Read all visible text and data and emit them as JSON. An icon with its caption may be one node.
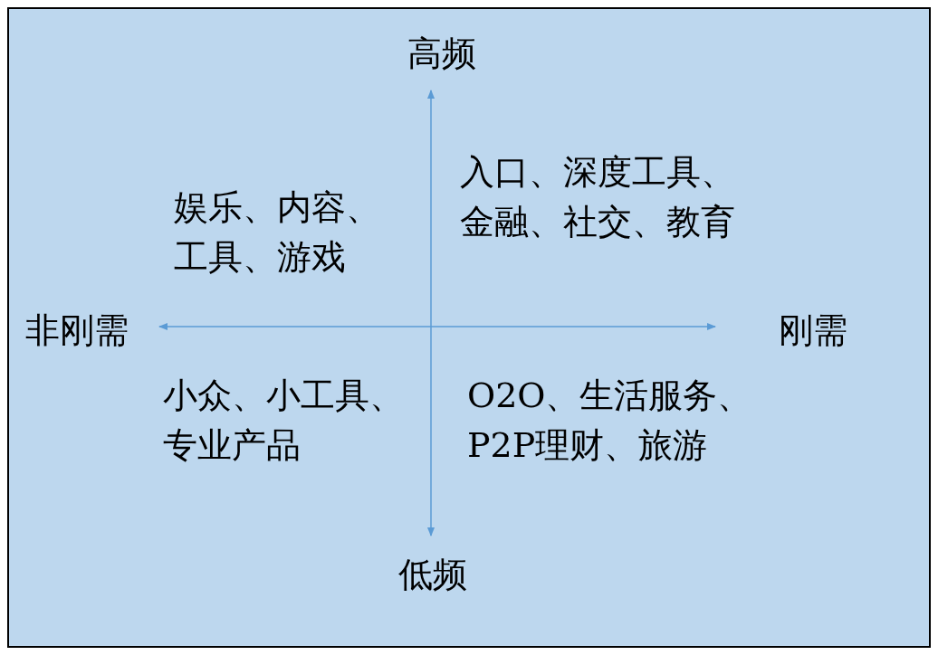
{
  "diagram": {
    "labels": [
      "高频",
      "娱乐、内容、工具、游戏",
      "入口、深度工具、金融、社交、教育",
      "非刚需",
      "刚需",
      "小众、小工具、专业产品",
      "O2O、生活服务、P2P理财、旅游",
      "低频"
    ]
  }
}
